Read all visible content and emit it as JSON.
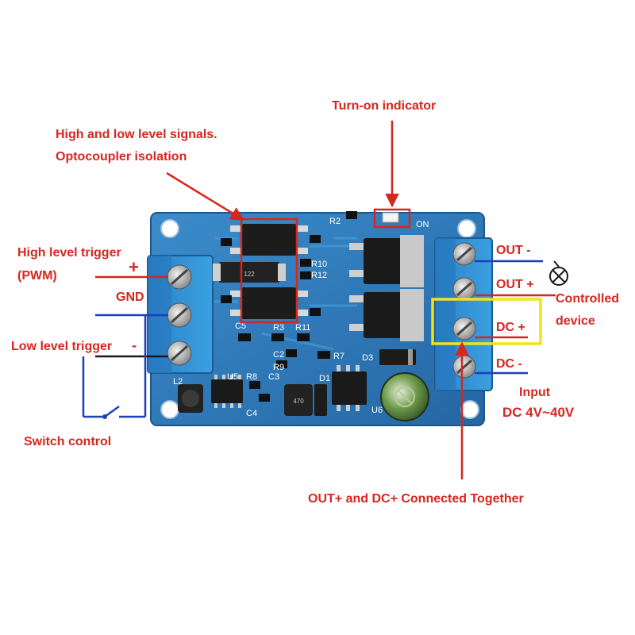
{
  "labels": {
    "turn_on_indicator": "Turn-on indicator",
    "signals_line1": "High and low level signals.",
    "signals_line2": "Optocoupler isolation",
    "high_level_trigger": "High level trigger",
    "pwm": "(PWM)",
    "plus_left": "+",
    "gnd": "GND",
    "low_level_trigger": "Low level trigger",
    "minus_left": "-",
    "switch_control": "Switch control",
    "out_minus": "OUT  -",
    "out_plus": "OUT  +",
    "controlled_line1": "Controlled",
    "controlled_line2": "device",
    "dc_plus": "DC  +",
    "dc_minus": "DC  -",
    "input": "Input",
    "dc_range": "DC  4V~40V",
    "connected_together": "OUT+ and DC+ Connected Together"
  },
  "silkscreen": {
    "r2": "R2",
    "on": "ON",
    "r10": "R10",
    "r12": "R12",
    "c5": "C5",
    "r3": "R3",
    "r11": "R11",
    "c2": "C2",
    "r7": "R7",
    "r9": "R9",
    "r8": "R8",
    "c3": "C3",
    "u5": "U5",
    "c4": "C4",
    "l2": "L2",
    "d3": "D3",
    "d1": "D1",
    "u6": "U6",
    "resistor_code": "122",
    "inductor_code": "470"
  },
  "colors": {
    "annotation_red": "#d7261e",
    "wire_blue": "#1f3fb8",
    "highlight_yellow": "#f2e21b",
    "pcb_blue": "#2d79b7",
    "terminal_blue": "#2f8fd2"
  }
}
